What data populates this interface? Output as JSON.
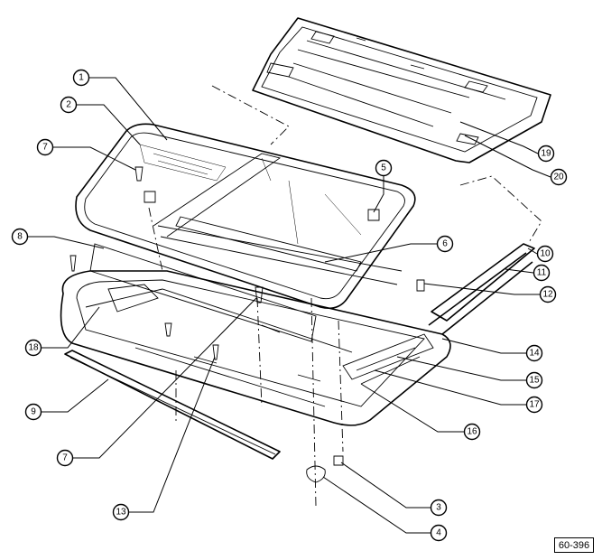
{
  "callouts": [
    {
      "n": "1"
    },
    {
      "n": "2"
    },
    {
      "n": "7"
    },
    {
      "n": "5"
    },
    {
      "n": "8"
    },
    {
      "n": "6"
    },
    {
      "n": "10"
    },
    {
      "n": "11"
    },
    {
      "n": "12"
    },
    {
      "n": "18"
    },
    {
      "n": "14"
    },
    {
      "n": "15"
    },
    {
      "n": "17"
    },
    {
      "n": "9"
    },
    {
      "n": "16"
    },
    {
      "n": "7"
    },
    {
      "n": "3"
    },
    {
      "n": "13"
    },
    {
      "n": "4"
    },
    {
      "n": "19"
    },
    {
      "n": "20"
    }
  ],
  "reference_code": "60-396"
}
